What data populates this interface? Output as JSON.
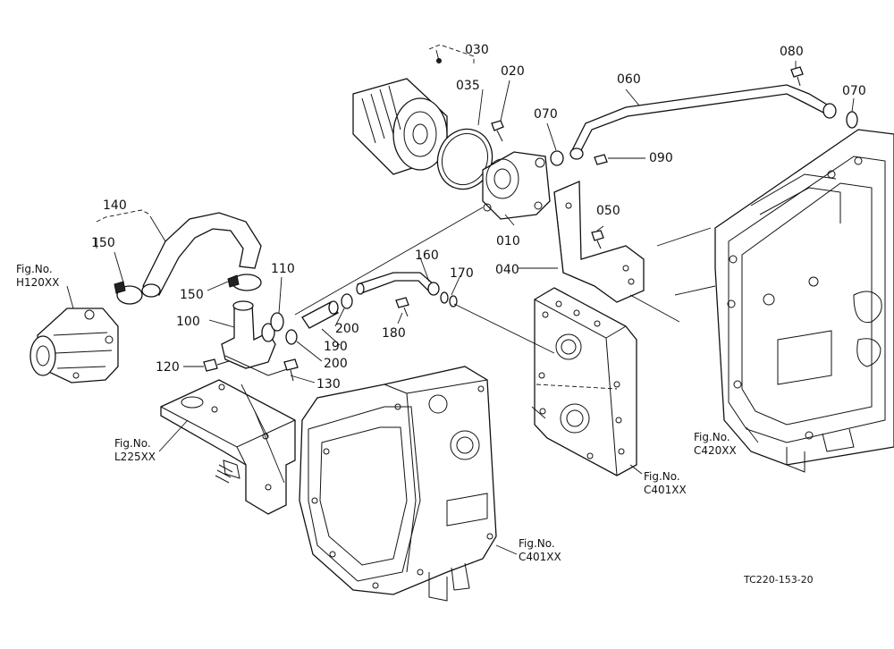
{
  "labels": {
    "p030": "030",
    "p035": "035",
    "p020": "020",
    "p060": "060",
    "p080": "080",
    "p070a": "070",
    "p070b": "070",
    "p090": "090",
    "p050": "050",
    "p010": "010",
    "p040": "040",
    "p140": "140",
    "p150a": "150",
    "p150b": "150",
    "p110": "110",
    "p160": "160",
    "p170": "170",
    "p100": "100",
    "p200a": "200",
    "p190": "190",
    "p200b": "200",
    "p180": "180",
    "p120": "120",
    "p130": "130"
  },
  "figrefs": {
    "h120_title": "Fig.No.",
    "h120_code": "H120XX",
    "l225_title": "Fig.No.",
    "l225_code": "L225XX",
    "c401a_title": "Fig.No.",
    "c401a_code": "C401XX",
    "c401b_title": "Fig.No.",
    "c401b_code": "C401XX",
    "c420_title": "Fig.No.",
    "c420_code": "C420XX"
  },
  "drawing_code": "TC220-153-20"
}
